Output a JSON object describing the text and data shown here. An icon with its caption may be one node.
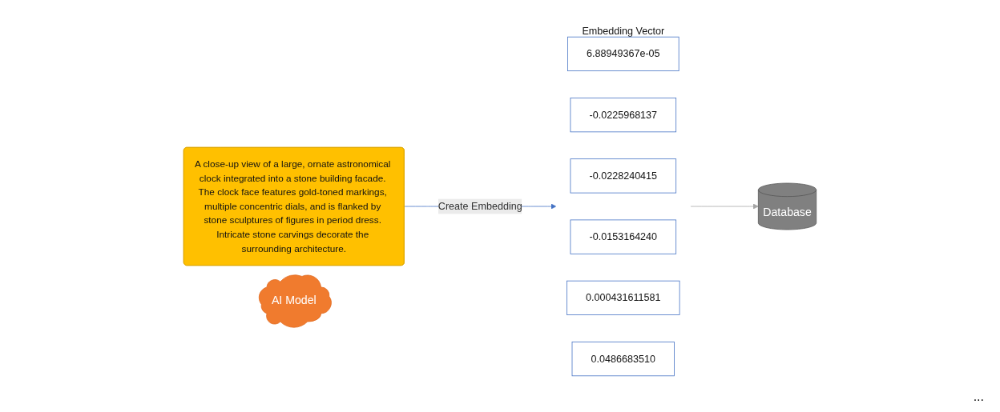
{
  "diagram": {
    "nodes": [
      {
        "text": [
          "A close-up view of a large, ornate astronomical clock integrated into a stone building facade. The clock face features gold-toned markings, multiple concentric dials, and is flanked by stone sculptures of figures in period dress. Intricate stone carvings decorate the surrounding architecture."
        ]
      },
      {
        "text": [
          "AI Model"
        ]
      },
      {
        "text": [
          "Embedding Vector"
        ]
      },
      {
        "text": [
          "6.88949367e-05"
        ],
        "in": 2
      },
      {
        "text": [
          "-0.0225968137"
        ],
        "in": 2
      },
      {
        "text": [
          "-0.0228240415"
        ],
        "in": 2
      },
      {
        "text": [
          "-0.0153164240"
        ],
        "in": 2
      },
      {
        "text": [
          "0.000431611581"
        ],
        "in": 2
      },
      {
        "text": [
          "0.0486683510"
        ],
        "in": 2
      },
      {
        "text": [
          "Database"
        ]
      }
    ],
    "edges": [
      {
        "from": 0,
        "to": 2,
        "label": "Create Embedding",
        "arrow": "to",
        "color": "#4472c4"
      },
      {
        "from": 2,
        "to": 9,
        "arrow": "to",
        "color": "#a6a6a6"
      }
    ],
    "labels": [
      "..."
    ]
  }
}
